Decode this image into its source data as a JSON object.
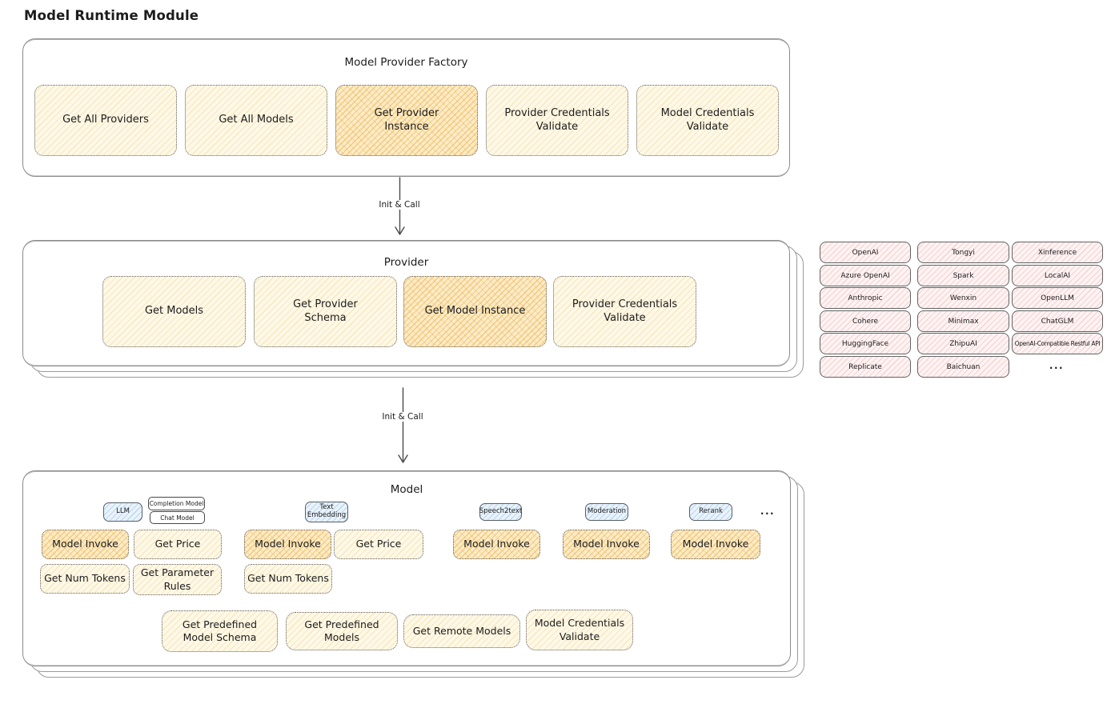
{
  "page_title": "Model Runtime Module",
  "arrows": {
    "factory_to_provider": "Init & Call",
    "provider_to_model": "Init & Call"
  },
  "factory": {
    "title": "Model Provider Factory",
    "methods": [
      {
        "label": "Get All Providers",
        "highlight": false
      },
      {
        "label": "Get All Models",
        "highlight": false
      },
      {
        "label": "Get Provider Instance",
        "highlight": true
      },
      {
        "label": "Provider Credentials Validate",
        "highlight": false
      },
      {
        "label": "Model Credentials Validate",
        "highlight": false
      }
    ]
  },
  "provider": {
    "title": "Provider",
    "methods": [
      {
        "label": "Get Models",
        "highlight": false
      },
      {
        "label": "Get Provider Schema",
        "highlight": false
      },
      {
        "label": "Get Model Instance",
        "highlight": true
      },
      {
        "label": "Provider Credentials Validate",
        "highlight": false
      }
    ]
  },
  "provider_catalog": {
    "columns": [
      [
        "OpenAI",
        "Azure OpenAI",
        "Anthropic",
        "Cohere",
        "HuggingFace",
        "Replicate"
      ],
      [
        "Tongyi",
        "Spark",
        "Wenxin",
        "Minimax",
        "ZhipuAI",
        "Baichuan"
      ],
      [
        "Xinference",
        "LocalAI",
        "OpenLLM",
        "ChatGLM",
        "OpenAI-Compatible Restful API"
      ]
    ],
    "more_label": "..."
  },
  "model": {
    "title": "Model",
    "groups": [
      {
        "tab": "LLM",
        "subtabs": [
          "Completion Model",
          "Chat Model"
        ],
        "methods": [
          {
            "label": "Model Invoke",
            "highlight": true
          },
          {
            "label": "Get Price",
            "highlight": false
          },
          {
            "label": "Get Num Tokens",
            "highlight": false
          },
          {
            "label": "Get Parameter Rules",
            "highlight": false
          }
        ]
      },
      {
        "tab": "Text Embedding",
        "methods": [
          {
            "label": "Model Invoke",
            "highlight": true
          },
          {
            "label": "Get Price",
            "highlight": false
          },
          {
            "label": "Get Num Tokens",
            "highlight": false
          }
        ]
      },
      {
        "tab": "Speech2text",
        "methods": [
          {
            "label": "Model Invoke",
            "highlight": true
          }
        ]
      },
      {
        "tab": "Moderation",
        "methods": [
          {
            "label": "Model Invoke",
            "highlight": true
          }
        ]
      },
      {
        "tab": "Rerank",
        "methods": [
          {
            "label": "Model Invoke",
            "highlight": true
          }
        ]
      }
    ],
    "more_label": "...",
    "shared_methods": [
      "Get Predefined Model Schema",
      "Get Predefined Models",
      "Get Remote Models",
      "Model Credentials Validate"
    ]
  }
}
